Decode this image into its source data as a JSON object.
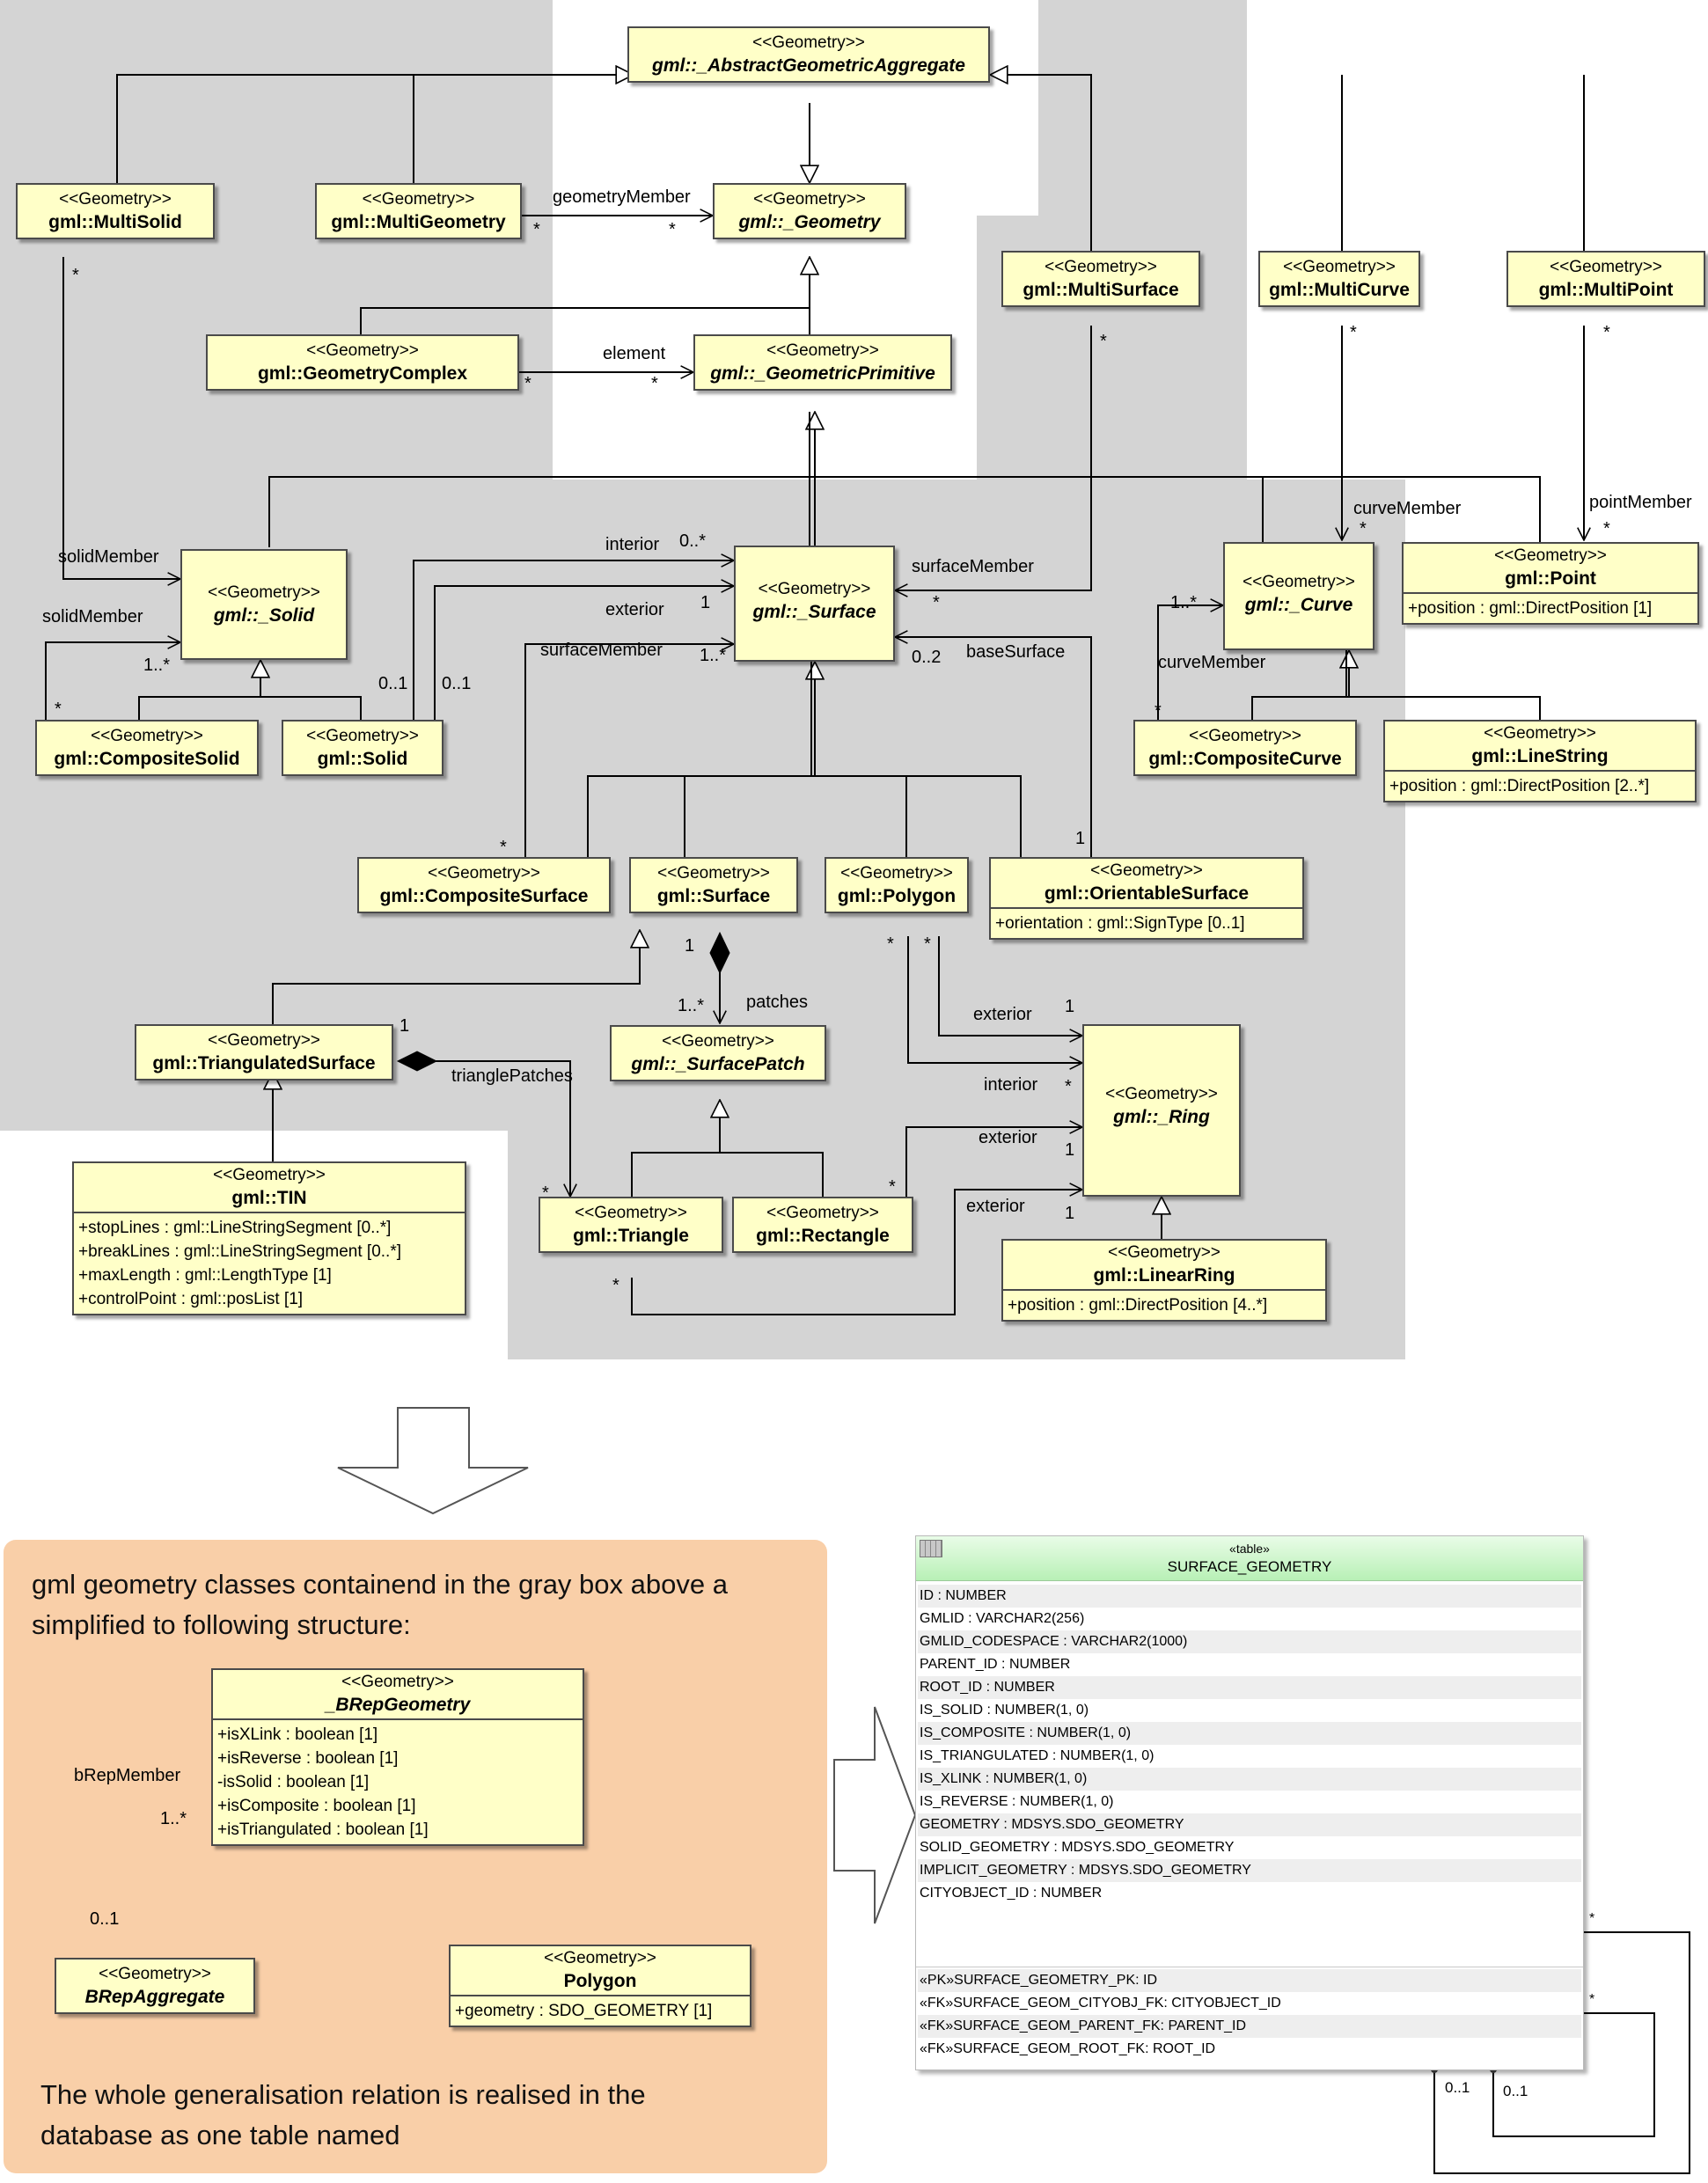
{
  "classes": {
    "abstract_aggregate": {
      "stereotype": "<<Geometry>>",
      "name": "gml::_AbstractGeometricAggregate"
    },
    "multi_solid": {
      "stereotype": "<<Geometry>>",
      "name": "gml::MultiSolid"
    },
    "multi_geometry": {
      "stereotype": "<<Geometry>>",
      "name": "gml::MultiGeometry"
    },
    "geometry": {
      "stereotype": "<<Geometry>>",
      "name": "gml::_Geometry"
    },
    "multi_surface": {
      "stereotype": "<<Geometry>>",
      "name": "gml::MultiSurface"
    },
    "multi_curve": {
      "stereotype": "<<Geometry>>",
      "name": "gml::MultiCurve"
    },
    "multi_point": {
      "stereotype": "<<Geometry>>",
      "name": "gml::MultiPoint"
    },
    "geometry_complex": {
      "stereotype": "<<Geometry>>",
      "name": "gml::GeometryComplex"
    },
    "geometric_primitive": {
      "stereotype": "<<Geometry>>",
      "name": "gml::_GeometricPrimitive"
    },
    "solid_abstract": {
      "stereotype": "<<Geometry>>",
      "name": "gml::_Solid"
    },
    "surface_abstract": {
      "stereotype": "<<Geometry>>",
      "name": "gml::_Surface"
    },
    "curve_abstract": {
      "stereotype": "<<Geometry>>",
      "name": "gml::_Curve"
    },
    "point": {
      "stereotype": "<<Geometry>>",
      "name": "gml::Point",
      "attributes": [
        "+position : gml::DirectPosition [1]"
      ]
    },
    "composite_solid": {
      "stereotype": "<<Geometry>>",
      "name": "gml::CompositeSolid"
    },
    "solid": {
      "stereotype": "<<Geometry>>",
      "name": "gml::Solid"
    },
    "composite_curve": {
      "stereotype": "<<Geometry>>",
      "name": "gml::CompositeCurve"
    },
    "line_string": {
      "stereotype": "<<Geometry>>",
      "name": "gml::LineString",
      "attributes": [
        "+position : gml::DirectPosition [2..*]"
      ]
    },
    "composite_surface": {
      "stereotype": "<<Geometry>>",
      "name": "gml::CompositeSurface"
    },
    "surface": {
      "stereotype": "<<Geometry>>",
      "name": "gml::Surface"
    },
    "polygon": {
      "stereotype": "<<Geometry>>",
      "name": "gml::Polygon"
    },
    "orientable_surface": {
      "stereotype": "<<Geometry>>",
      "name": "gml::OrientableSurface",
      "attributes": [
        "+orientation : gml::SignType [0..1]"
      ]
    },
    "triangulated_surface": {
      "stereotype": "<<Geometry>>",
      "name": "gml::TriangulatedSurface"
    },
    "surface_patch": {
      "stereotype": "<<Geometry>>",
      "name": "gml::_SurfacePatch"
    },
    "ring": {
      "stereotype": "<<Geometry>>",
      "name": "gml::_Ring"
    },
    "tin": {
      "stereotype": "<<Geometry>>",
      "name": "gml::TIN",
      "attributes": [
        "+stopLines : gml::LineStringSegment [0..*]",
        "+breakLines : gml::LineStringSegment [0..*]",
        "+maxLength : gml::LengthType [1]",
        "+controlPoint : gml::posList [1]"
      ]
    },
    "triangle": {
      "stereotype": "<<Geometry>>",
      "name": "gml::Triangle"
    },
    "rectangle": {
      "stereotype": "<<Geometry>>",
      "name": "gml::Rectangle"
    },
    "linear_ring": {
      "stereotype": "<<Geometry>>",
      "name": "gml::LinearRing",
      "attributes": [
        "+position : gml::DirectPosition [4..*]"
      ]
    },
    "brep_geometry": {
      "stereotype": "<<Geometry>>",
      "name": "_BRepGeometry",
      "attributes": [
        "+isXLink : boolean [1]",
        "+isReverse : boolean [1]",
        "-isSolid : boolean [1]",
        "+isComposite : boolean [1]",
        "+isTriangulated : boolean [1]"
      ]
    },
    "brep_aggregate": {
      "stereotype": "<<Geometry>>",
      "name": "BRepAggregate"
    },
    "brep_polygon": {
      "stereotype": "<<Geometry>>",
      "name": "Polygon",
      "attributes": [
        "+geometry : SDO_GEOMETRY [1]"
      ]
    }
  },
  "labels": {
    "geometry_member": "geometryMember",
    "element": "element",
    "solid_member_1": "solidMember",
    "solid_member_2": "solidMember",
    "interior_1": "interior",
    "exterior_1": "exterior",
    "surface_member_1": "surfaceMember",
    "surface_member_2": "surfaceMember",
    "base_surface": "baseSurface",
    "curve_member_1": "curveMember",
    "curve_member_2": "curveMember",
    "point_member": "pointMember",
    "patches": "patches",
    "triangle_patches": "trianglePatches",
    "exterior_2": "exterior",
    "interior_2": "interior",
    "exterior_3": "exterior",
    "exterior_4": "exterior",
    "brep_member": "bRepMember",
    "m_multisolid": "*",
    "m_multigeom": "*",
    "m_geometry": "*",
    "m_multisurface": "*",
    "m_multicurve": "*",
    "m_multipoint": "*",
    "m_complex": "*",
    "m_primitive": "*",
    "m_solid_1n": "1..*",
    "m_compsolid": "*",
    "m_solid_01a": "0..1",
    "m_solid_01b": "0..1",
    "m_interior_0n": "0..*",
    "m_exterior_1": "1",
    "m_surf_1n": "1..*",
    "m_surf_ms": "*",
    "m_surf_02": "0..2",
    "m_curve_ms": "*",
    "m_curve_1n": "1..*",
    "m_compcurve": "*",
    "m_point_ms": "*",
    "m_compsurf": "*",
    "m_orient_1": "1",
    "m_surface_1": "1",
    "m_patch_1n": "1..*",
    "m_polygon_a": "*",
    "m_polygon_b": "*",
    "m_ring_ext1": "1",
    "m_ring_int": "*",
    "m_ring_ext2": "1",
    "m_ring_ext3": "1",
    "m_tri_surf_1": "1",
    "m_triangle": "*",
    "m_rect": "*",
    "m_triangle_b": "*",
    "m_brep_1n": "1..*",
    "m_brep_01": "0..1",
    "m_tbl_a": "*",
    "m_tbl_b": "*",
    "m_tbl_01a": "0..1",
    "m_tbl_01b": "0..1"
  },
  "note": {
    "line1": "gml geometry classes containend in the gray box above a",
    "line2": "simplified to following structure:",
    "line3": "The whole generalisation relation is realised in the",
    "line4": "database as one table named"
  },
  "table": {
    "stereotype": "«table»",
    "name": "SURFACE_GEOMETRY",
    "columns": [
      "ID : NUMBER",
      "GMLID : VARCHAR2(256)",
      "GMLID_CODESPACE : VARCHAR2(1000)",
      "PARENT_ID : NUMBER",
      "ROOT_ID : NUMBER",
      "IS_SOLID : NUMBER(1, 0)",
      "IS_COMPOSITE : NUMBER(1, 0)",
      "IS_TRIANGULATED : NUMBER(1, 0)",
      "IS_XLINK : NUMBER(1, 0)",
      "IS_REVERSE : NUMBER(1, 0)",
      "GEOMETRY : MDSYS.SDO_GEOMETRY",
      "SOLID_GEOMETRY : MDSYS.SDO_GEOMETRY",
      "IMPLICIT_GEOMETRY : MDSYS.SDO_GEOMETRY",
      "CITYOBJECT_ID : NUMBER"
    ],
    "keys": [
      "«PK»SURFACE_GEOMETRY_PK: ID",
      "«FK»SURFACE_GEOM_CITYOBJ_FK: CITYOBJECT_ID",
      "«FK»SURFACE_GEOM_PARENT_FK: PARENT_ID",
      "«FK»SURFACE_GEOM_ROOT_FK: ROOT_ID"
    ]
  },
  "colors": {
    "class_fill": "#ffffc8",
    "gray_region": "#d4d4d4",
    "note_fill": "#f9cfa8",
    "table_header": "#b8f0b6"
  }
}
